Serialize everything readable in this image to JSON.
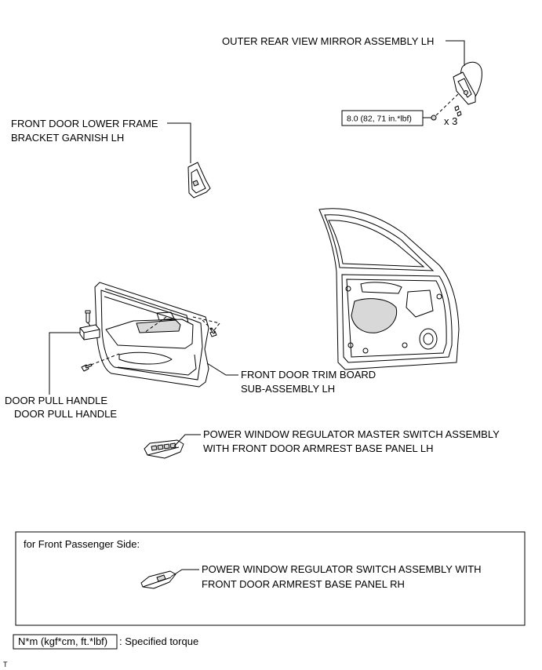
{
  "labels": {
    "mirror": "OUTER REAR VIEW MIRROR ASSEMBLY LH",
    "torque": "8.0 (82, 71 in.*lbf)",
    "bolt_qty": "x 3",
    "garnish_line1": "FRONT DOOR LOWER FRAME",
    "garnish_line2": "BRACKET GARNISH LH",
    "trim_line1": "FRONT DOOR TRIM BOARD",
    "trim_line2": "SUB-ASSEMBLY LH",
    "pull_line1": "DOOR PULL HANDLE",
    "pull_line2": "DOOR PULL HANDLE",
    "master_switch_line1": "POWER WINDOW REGULATOR MASTER SWITCH ASSEMBLY",
    "master_switch_line2": "WITH FRONT DOOR ARMREST BASE PANEL LH"
  },
  "passenger_box": {
    "title": "for Front Passenger Side:",
    "switch_line1": "POWER WINDOW REGULATOR SWITCH ASSEMBLY WITH",
    "switch_line2": "FRONT DOOR ARMREST BASE PANEL RH"
  },
  "legend": {
    "unit": "N*m (kgf*cm, ft.*lbf)",
    "desc": ": Specified torque"
  },
  "footer": {
    "code": "T"
  },
  "colors": {
    "line": "#000000",
    "background": "#ffffff"
  }
}
